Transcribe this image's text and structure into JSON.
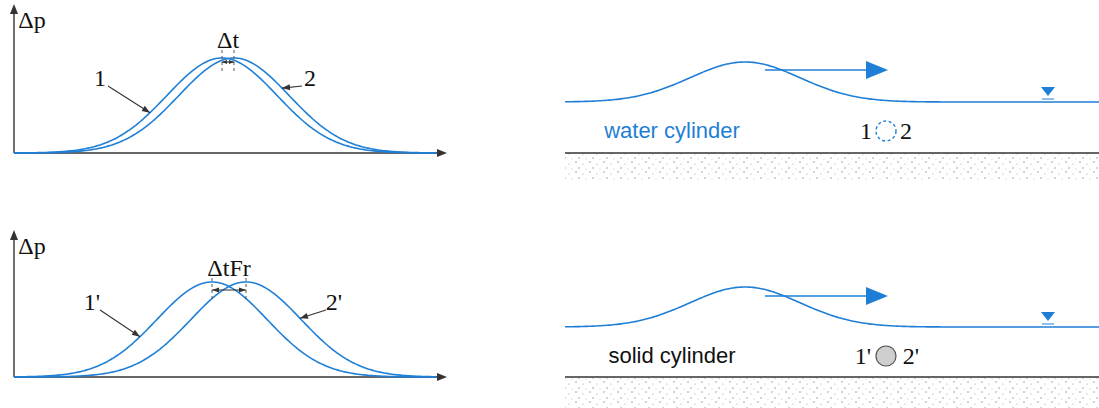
{
  "diagram": {
    "labels": [
      "Δp",
      "Δt",
      "1",
      "2",
      "water cylinder",
      "1",
      "2",
      "Δp",
      "ΔtFr",
      "1'",
      "2'",
      "solid cylinder",
      "1'",
      "2'"
    ]
  }
}
